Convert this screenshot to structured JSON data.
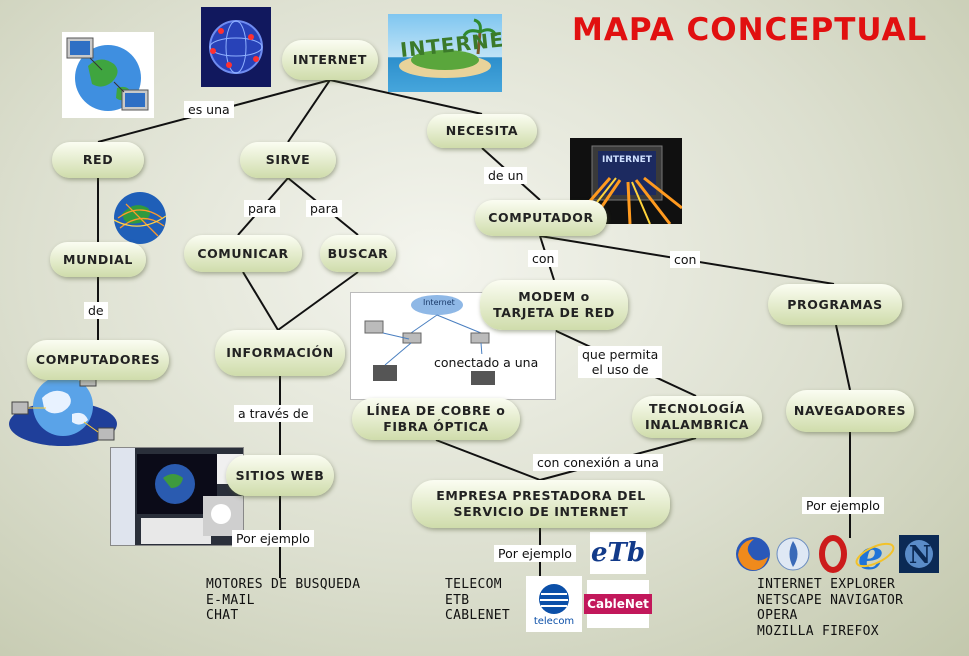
{
  "title": "MAPA CONCEPTUAL",
  "nodes": {
    "internet": "INTERNET",
    "red": "RED",
    "sirve": "SIRVE",
    "necesita": "NECESITA",
    "mundial": "MUNDIAL",
    "comunicar": "COMUNICAR",
    "buscar": "BUSCAR",
    "computador": "COMPUTADOR",
    "computadores": "COMPUTADORES",
    "informacion": "INFORMACIÓN",
    "modem": "MODEM o\nTARJETA DE RED",
    "programas": "PROGRAMAS",
    "linea": "LÍNEA DE COBRE o\nFIBRA ÓPTICA",
    "tecnologia": "TECNOLOGÍA\nINALAMBRICA",
    "navegadores": "NAVEGADORES",
    "sitios": "SITIOS WEB",
    "empresa": "EMPRESA PRESTADORA DEL\nSERVICIO DE INTERNET"
  },
  "links": {
    "es_una": "es una",
    "de_un": "de un",
    "para1": "para",
    "para2": "para",
    "de": "de",
    "con1": "con",
    "con2": "con",
    "conectado": "conectado a una",
    "permita": "que permita\nel uso de",
    "a_traves": "a través de",
    "con_conexion": "con conexión a una",
    "por_ejemplo_sitios": "Por ejemplo",
    "por_ejemplo_empresa": "Por ejemplo",
    "por_ejemplo_nav": "Por ejemplo"
  },
  "lists": {
    "sitios": [
      "MOTORES DE BUSQUEDA",
      "E-MAIL",
      "CHAT"
    ],
    "empresas": [
      "TELECOM",
      "ETB",
      "CABLENET"
    ],
    "navegadores": [
      "INTERNET EXPLORER",
      "NETSCAPE NAVIGATOR",
      "OPERA",
      "MOZILLA FIREFOX"
    ]
  },
  "logos": {
    "etb": "eTb",
    "telecom": "telecom",
    "cablenet": "CableNet",
    "internet_island": "INTERNET",
    "monitor_screen": "INTERNET",
    "cloud": "Internet"
  },
  "colors": {
    "title": "#e11010",
    "node_fill": "#e3ebcb",
    "line": "#111111"
  }
}
